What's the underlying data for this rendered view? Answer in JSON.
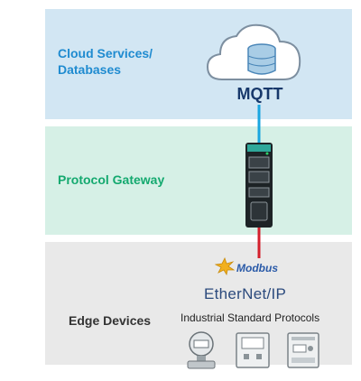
{
  "layers": [
    {
      "id": "cloud",
      "label": "Cloud Services/\nDatabases"
    },
    {
      "id": "gateway",
      "label": "Protocol Gateway"
    },
    {
      "id": "edge",
      "label": "Edge Devices"
    }
  ],
  "cloud": {
    "protocol": "MQTT",
    "icon": "cloud-database-icon"
  },
  "gateway": {
    "icon": "gateway-device-icon"
  },
  "edge": {
    "logos": [
      "Modbus",
      "EtherNet/IP"
    ],
    "caption": "Industrial Standard Protocols",
    "devices": [
      "flow-meter-icon",
      "control-panel-icon",
      "io-module-icon"
    ]
  },
  "colors": {
    "cloud_band": "#d2e6f3",
    "gateway_band": "#d6f0e6",
    "edge_band": "#e9e9e9",
    "cloud_label": "#1f8bd0",
    "gateway_label": "#14a96f",
    "mqtt_line": "#1aa6e0",
    "edge_line": "#d4202c"
  }
}
